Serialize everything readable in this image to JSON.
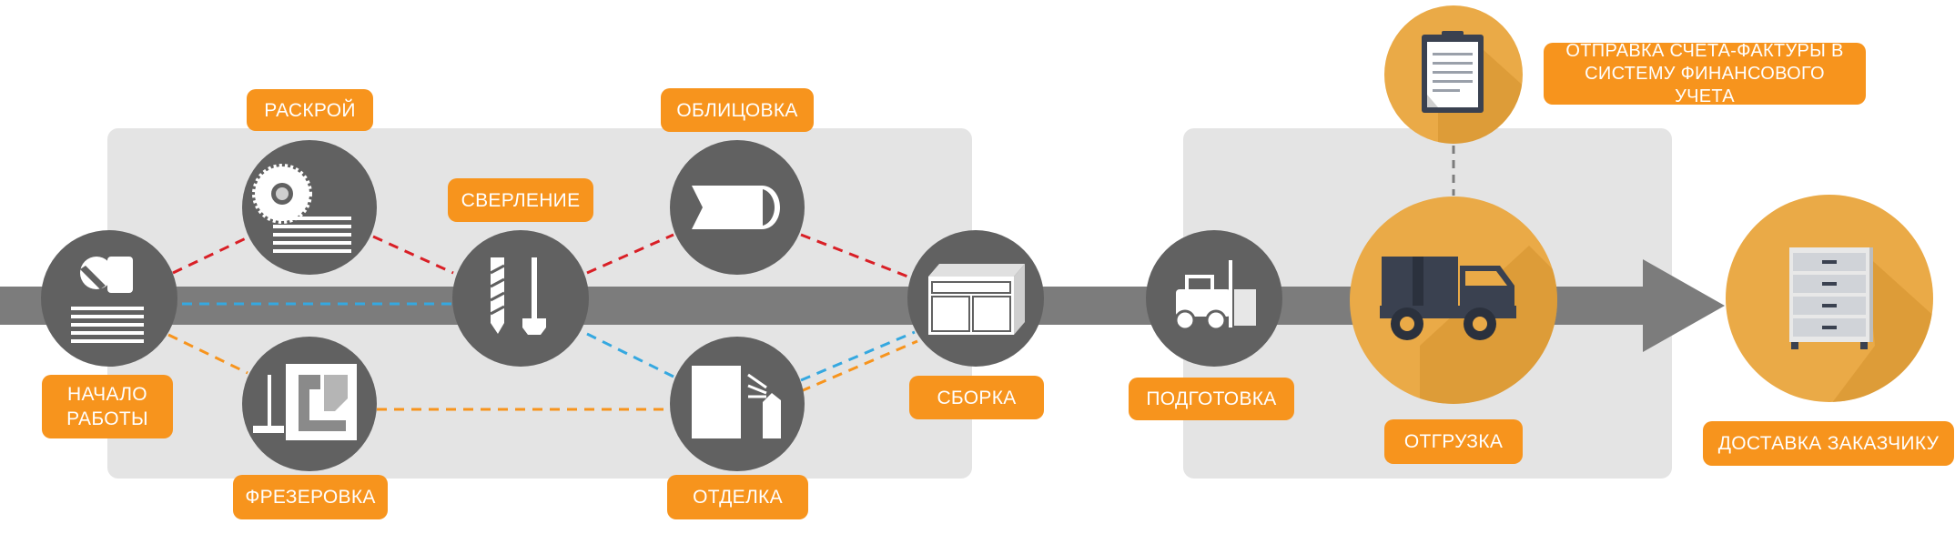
{
  "colors": {
    "accent": "#f7941d",
    "node_dark": "#616161",
    "node_orange": "#eaaa47",
    "arrow": "#7c7c7c",
    "panel": "#e4e4e4",
    "line_red": "#d91f26",
    "line_blue": "#35a8e0",
    "line_orange": "#f7941d"
  },
  "steps": {
    "start": "НАЧАЛО\nРАБОТЫ",
    "cutting": "РАСКРОЙ",
    "drilling": "СВЕРЛЕНИЕ",
    "facing": "ОБЛИЦОВКА",
    "milling": "ФРЕЗЕРОВКА",
    "finishing": "ОТДЕЛКА",
    "assembly": "СБОРКА",
    "preparation": "ПОДГОТОВКА",
    "shipment": "ОТГРУЗКА",
    "delivery": "ДОСТАВКА ЗАКАЗЧИКУ",
    "invoice": "ОТПРАВКА СЧЕТА-ФАКТУРЫ В\nСИСТЕМУ ФИНАНСОВОГО УЧЕТА"
  },
  "icons": {
    "start": "document-edit-icon",
    "cutting": "circular-saw-icon",
    "drilling": "drill-bits-icon",
    "facing": "edge-banding-icon",
    "milling": "milling-router-icon",
    "finishing": "spray-paint-icon",
    "assembly": "cabinet-icon",
    "preparation": "forklift-icon",
    "shipment": "truck-icon",
    "delivery": "drawer-cabinet-icon",
    "invoice": "clipboard-icon"
  }
}
